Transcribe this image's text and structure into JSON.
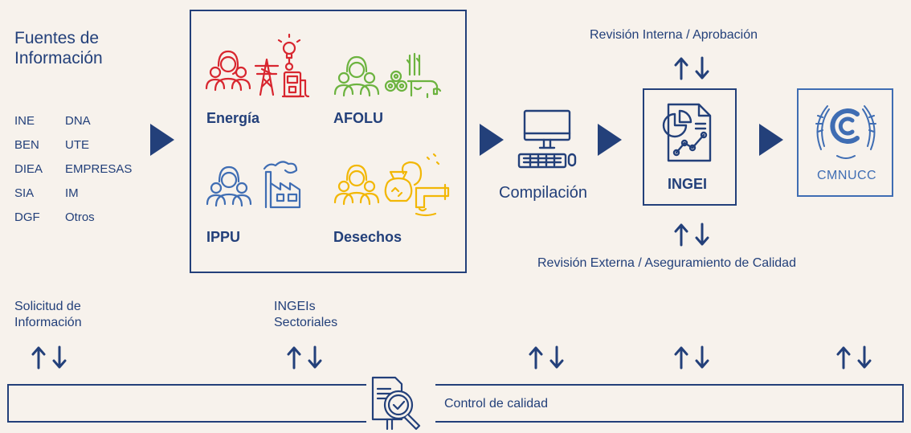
{
  "sources": {
    "title_line1": "Fuentes de",
    "title_line2": "Información",
    "col1": [
      "INE",
      "BEN",
      "DIEA",
      "SIA",
      "DGF"
    ],
    "col2": [
      "DNA",
      "UTE",
      "EMPRESAS",
      "IM",
      "Otros"
    ]
  },
  "sectors": {
    "energia": "Energía",
    "afolu": "AFOLU",
    "ippu": "IPPU",
    "desechos": "Desechos"
  },
  "compilacion": "Compilación",
  "ingei": "INGEI",
  "cmnucc": "CMNUCC",
  "revision_interna": "Revisión Interna / Aprobación",
  "revision_externa": "Revisión Externa / Aseguramiento de Calidad",
  "solicitud_line1": "Solicitud de",
  "solicitud_line2": "Información",
  "ingeis_line1": "INGEIs",
  "ingeis_line2": "Sectoriales",
  "control_calidad": "Control de calidad",
  "colors": {
    "navy": "#23407a",
    "energy_red": "#d8262f",
    "afolu_green": "#6cb33f",
    "ippu_blue": "#3f6db3",
    "waste_yellow": "#f2b705",
    "background": "#f7f2ec"
  },
  "icons": [
    "people-icon",
    "power-tower-icon",
    "lightbulb-icon",
    "fuel-pump-icon",
    "hay-bales-icon",
    "cow-icon",
    "factory-icon",
    "garbage-bags-icon",
    "pipe-icon",
    "computer-icon",
    "document-chart-icon",
    "un-emblem-icon",
    "magnifier-check-icon",
    "up-arrow-icon",
    "down-arrow-icon"
  ]
}
